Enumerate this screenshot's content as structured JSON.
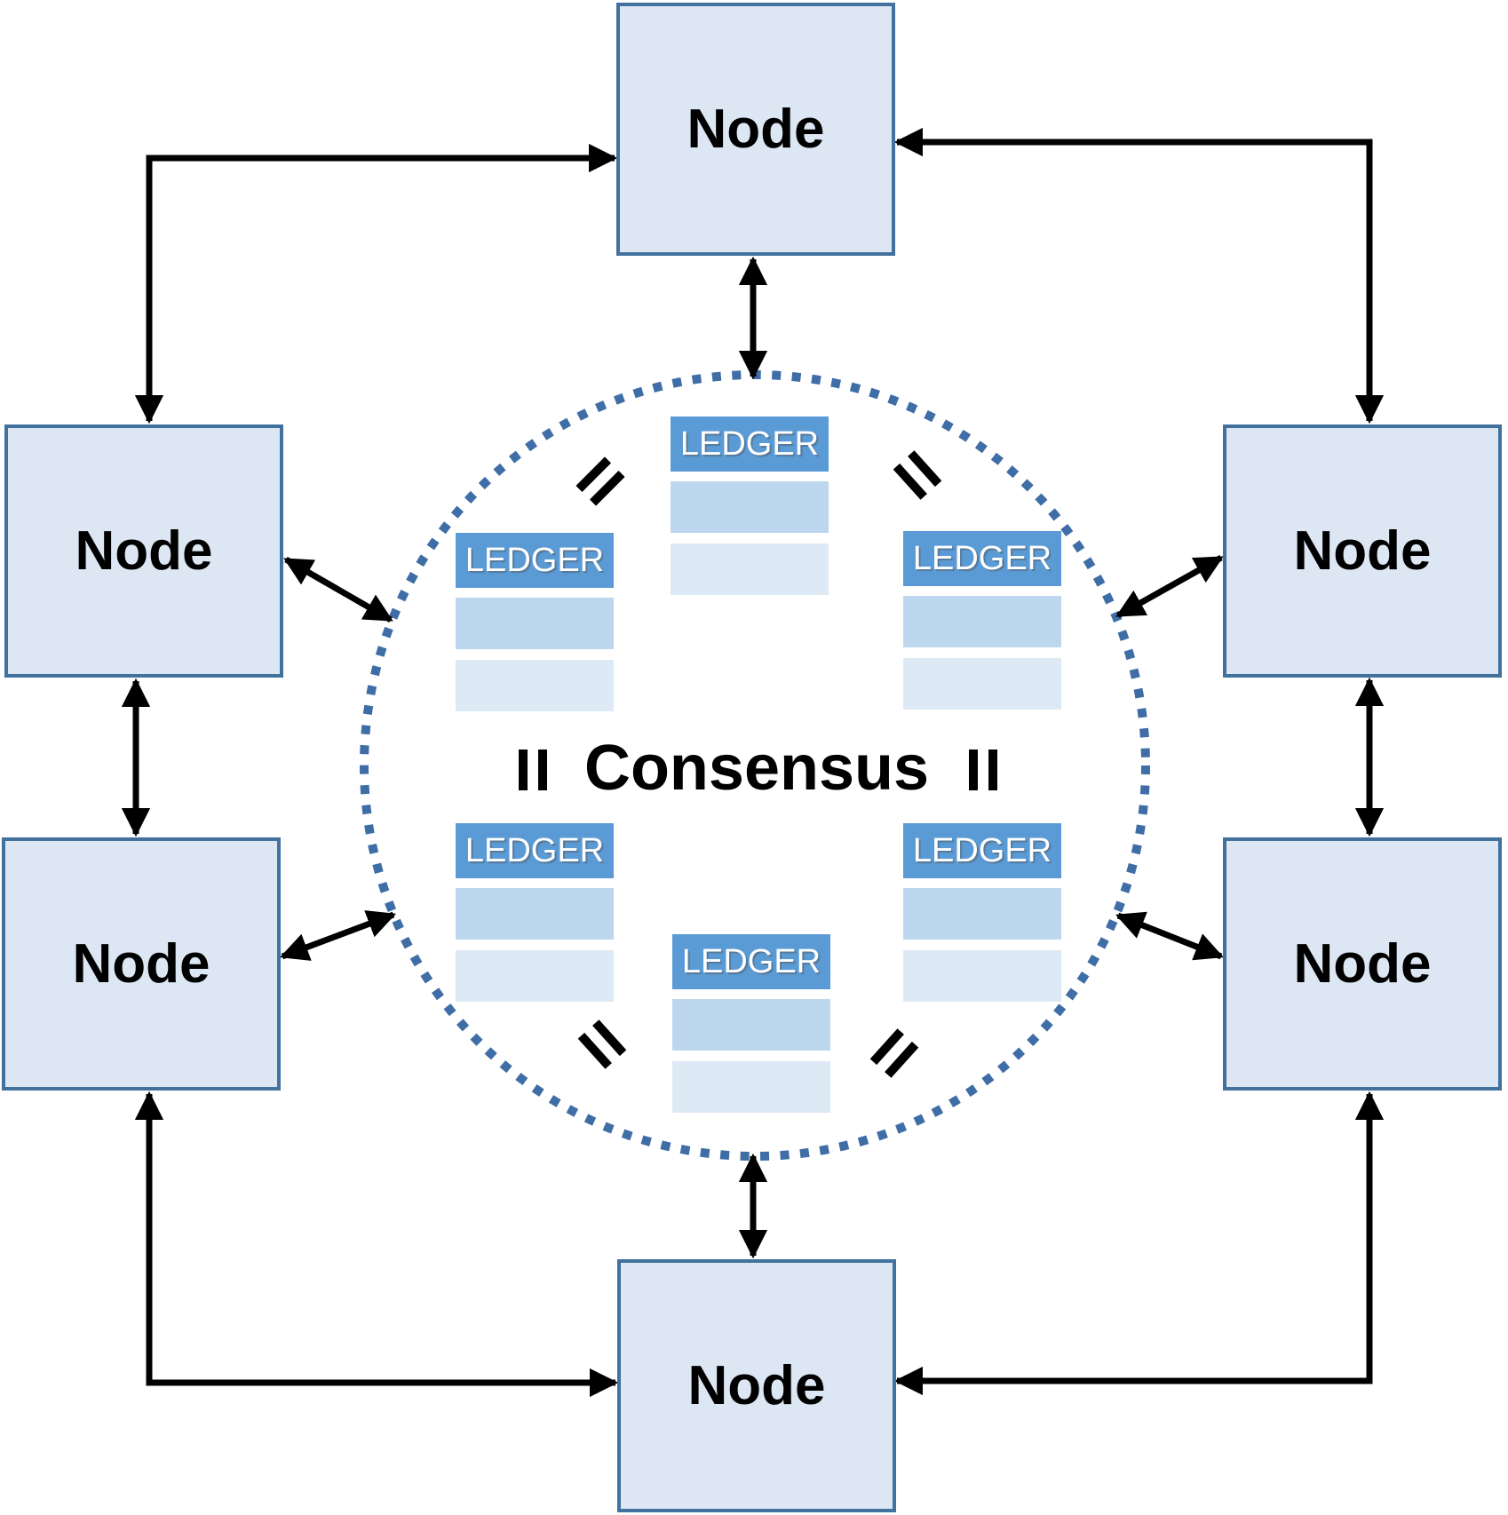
{
  "diagram": {
    "type": "distributed-ledger-consensus-network",
    "center": {
      "label": "Consensus"
    },
    "nodes": [
      {
        "id": "top",
        "label": "Node"
      },
      {
        "id": "left-upper",
        "label": "Node"
      },
      {
        "id": "left-lower",
        "label": "Node"
      },
      {
        "id": "right-upper",
        "label": "Node"
      },
      {
        "id": "right-lower",
        "label": "Node"
      },
      {
        "id": "bottom",
        "label": "Node"
      }
    ],
    "ledgers": [
      {
        "id": "top",
        "label": "LEDGER"
      },
      {
        "id": "upper-left",
        "label": "LEDGER"
      },
      {
        "id": "upper-right",
        "label": "LEDGER"
      },
      {
        "id": "lower-left",
        "label": "LEDGER"
      },
      {
        "id": "lower-right",
        "label": "LEDGER"
      },
      {
        "id": "bottom",
        "label": "LEDGER"
      }
    ],
    "icons": {
      "equals-mark": "two-parallel-bars (ledger equivalence symbol, 6 around circle)",
      "consensus-circle": "dotted circle enclosing ledgers",
      "arrows": "double-headed black arrows linking nodes to each other and to the consensus circle"
    }
  },
  "colors": {
    "node-fill": "#dce7f3",
    "node-border": "#41719c",
    "ledger-header-fill": "#5b9bd5",
    "ledger-row1-fill": "#bdd7ee",
    "ledger-row2-fill": "#dde9f5",
    "circle-dot": "#3f6da6",
    "arrow": "#000000",
    "text": "#000000",
    "ledger-text": "#ffffff"
  }
}
